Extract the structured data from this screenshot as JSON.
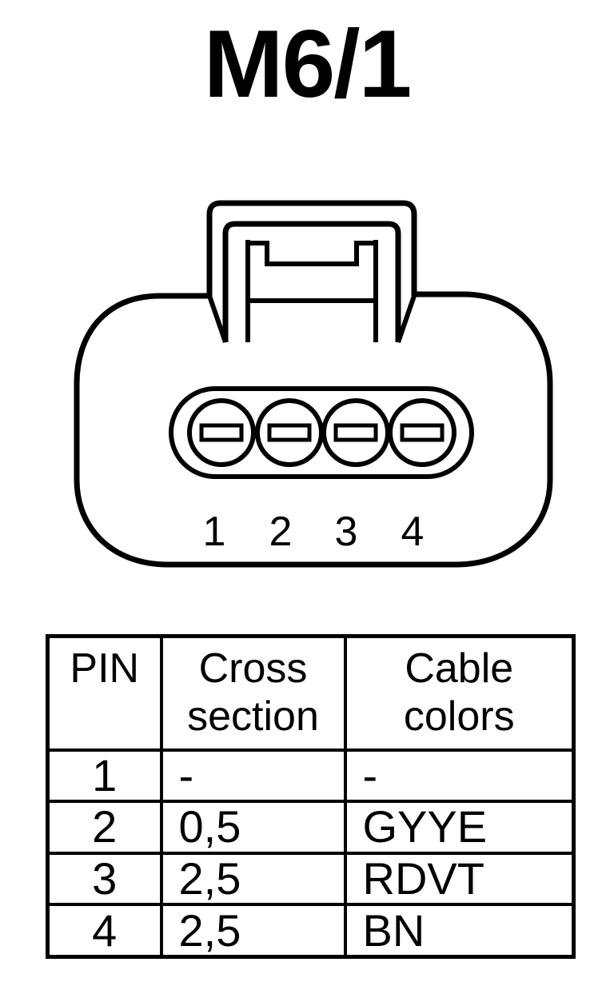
{
  "title": "M6/1",
  "connector": {
    "pin_labels": [
      "1",
      "2",
      "3",
      "4"
    ]
  },
  "table": {
    "headers": [
      {
        "line1": "PIN",
        "line2": ""
      },
      {
        "line1": "Cross",
        "line2": "section"
      },
      {
        "line1": "Cable",
        "line2": "colors"
      }
    ],
    "rows": [
      {
        "pin": "1",
        "cross_section": "-",
        "color": "-"
      },
      {
        "pin": "2",
        "cross_section": "0,5",
        "color": "GYYE"
      },
      {
        "pin": "3",
        "cross_section": "2,5",
        "color": "RDVT"
      },
      {
        "pin": "4",
        "cross_section": "2,5",
        "color": "BN"
      }
    ]
  }
}
